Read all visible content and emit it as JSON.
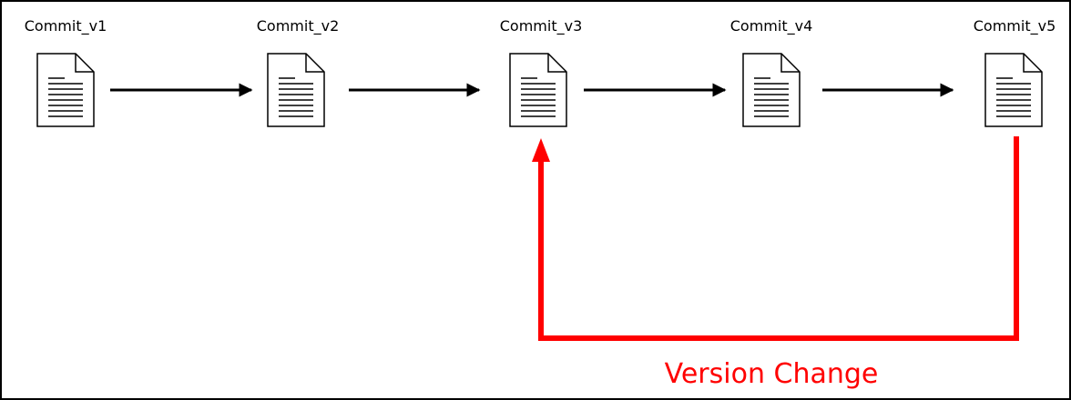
{
  "diagram": {
    "commits": [
      {
        "label": "Commit_v1",
        "icon": "document-icon"
      },
      {
        "label": "Commit_v2",
        "icon": "document-icon"
      },
      {
        "label": "Commit_v3",
        "icon": "document-icon"
      },
      {
        "label": "Commit_v4",
        "icon": "document-icon"
      },
      {
        "label": "Commit_v5",
        "icon": "document-icon"
      }
    ],
    "version_change": {
      "label": "Version Change",
      "from": "Commit_v5",
      "to": "Commit_v3"
    },
    "colors": {
      "sequence_arrow": "#000000",
      "version_change_arrow": "#ff0000",
      "version_change_text": "#ff0000",
      "border": "#000000",
      "background": "#ffffff"
    }
  }
}
